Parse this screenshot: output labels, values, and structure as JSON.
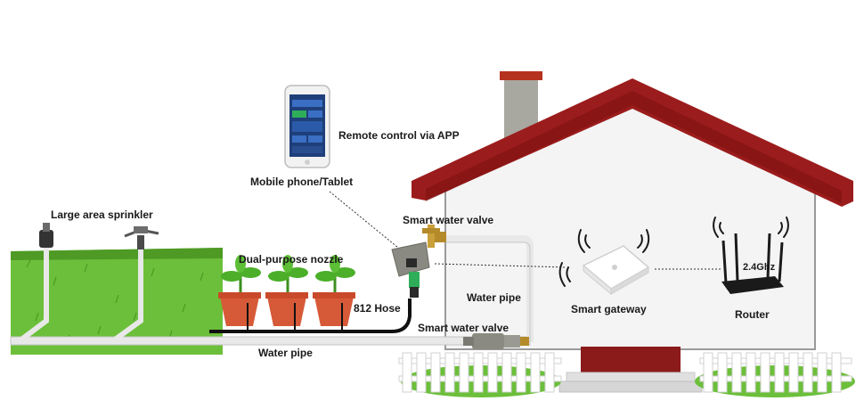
{
  "labels": {
    "remote_control": "Remote control via APP",
    "mobile_phone": "Mobile phone/Tablet",
    "large_sprinkler": "Large area sprinkler",
    "smart_valve_top": "Smart water valve",
    "dual_nozzle": "Dual-purpose nozzle",
    "hose": "812 Hose",
    "water_pipe_vertical": "Water pipe",
    "smart_valve_bottom": "Smart water valve",
    "water_pipe_bottom": "Water pipe",
    "smart_gateway": "Smart gateway",
    "router": "Router",
    "band": "2.4Ghz"
  },
  "colors": {
    "roof": "#9b1c1c",
    "wall": "#f4f4f4",
    "wall_outline": "#9a9a9a",
    "chimney": "#a8a8a0",
    "grass": "#6cbf3a",
    "grass_dark": "#4e9a25",
    "door": "#8b1a1a",
    "pot": "#d65a38",
    "leaf": "#4caf2a",
    "hose": "#111111",
    "pipe": "#e8e8e8",
    "valve": "#8a8a82",
    "valve_green": "#2fae5a",
    "router": "#1a1a1a",
    "gateway": "#ffffff"
  },
  "icons": [
    "phone-icon",
    "valve-icon",
    "sprinkler-icon",
    "plant-pot-icon",
    "gateway-icon",
    "router-icon",
    "wifi-icon",
    "fence-icon",
    "house-icon"
  ]
}
